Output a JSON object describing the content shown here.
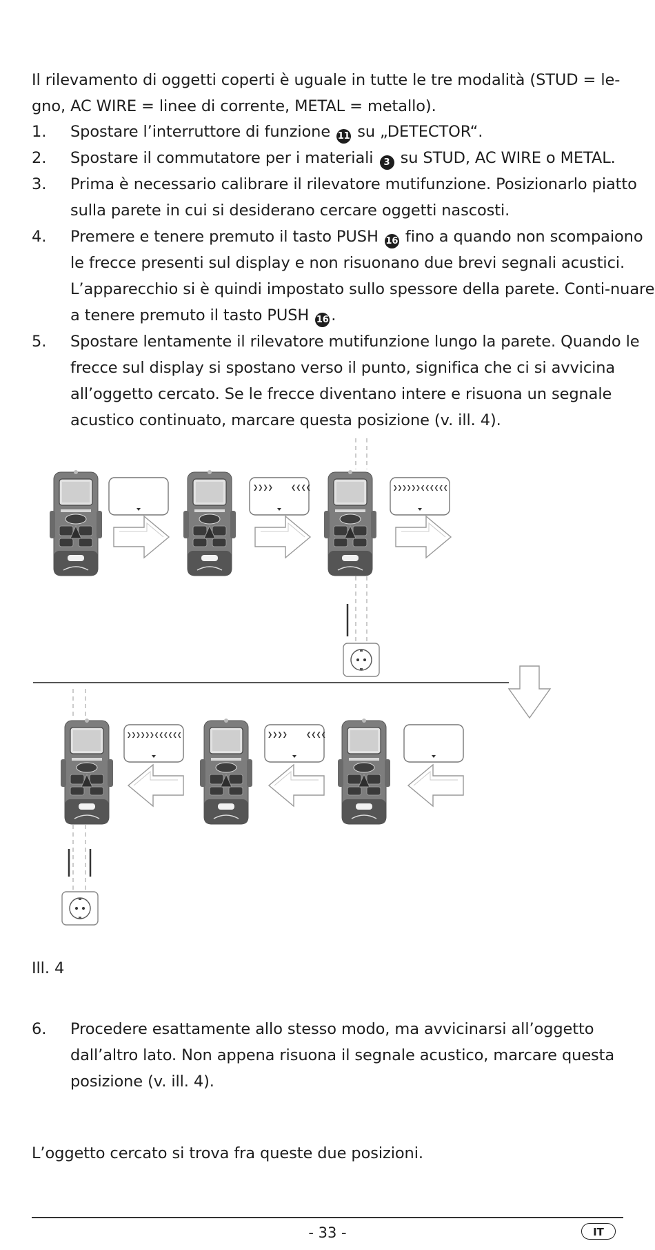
{
  "intro": "Il rilevamento di oggetti coperti è uguale in tutte le tre modalità (STUD = le-gno, AC WIRE = linee di corrente, METAL = metallo).",
  "steps": [
    {
      "num": "1.",
      "before": "Spostare l’interruttore di funzione",
      "ref": "11",
      "after": "su „DETECTOR“."
    },
    {
      "num": "2.",
      "before": "Spostare il commutatore per i materiali",
      "ref": "3",
      "after": "su STUD, AC WIRE o METAL."
    },
    {
      "num": "3.",
      "text": "Prima è necessario calibrare il rilevatore mutifunzione. Posizionarlo piatto sulla parete in cui si desiderano cercare oggetti nascosti."
    },
    {
      "num": "4.",
      "before": "Premere e tenere premuto il tasto PUSH",
      "ref": "16",
      "middle": "fino a quando non scompaiono le frecce presenti sul display e non risuonano due brevi segnali acustici. L’apparecchio si è quindi impostato sullo spessore della parete. Conti-nuare a tenere premuto il tasto PUSH",
      "ref2": "16",
      "after": "."
    },
    {
      "num": "5.",
      "text": "Spostare lentamente il rilevatore mutifunzione lungo la parete. Quando le frecce sul display si spostano verso il punto, significa che ci si avvicina all’oggetto cercato. Se le frecce diventano intere e risuona un segnale acustico continuato, marcare questa posizione (v. ill. 4)."
    }
  ],
  "figure_caption": "Ill. 4",
  "step6": {
    "num": "6.",
    "text": "Procedere esattamente allo stesso modo, ma avvicinarsi all’oggetto dall’altro lato. Non appena risuona il segnale acustico, marcare questa posizione (v. ill. 4)."
  },
  "conclusion": "L’oggetto cercato si trova fra queste due posizioni.",
  "footer": {
    "page": "- 33 -",
    "lang": "IT"
  },
  "colors": {
    "device_body": "#7d7d7d",
    "device_dark": "#4a4a4a",
    "line": "#999999",
    "text": "#1e1e1e"
  }
}
